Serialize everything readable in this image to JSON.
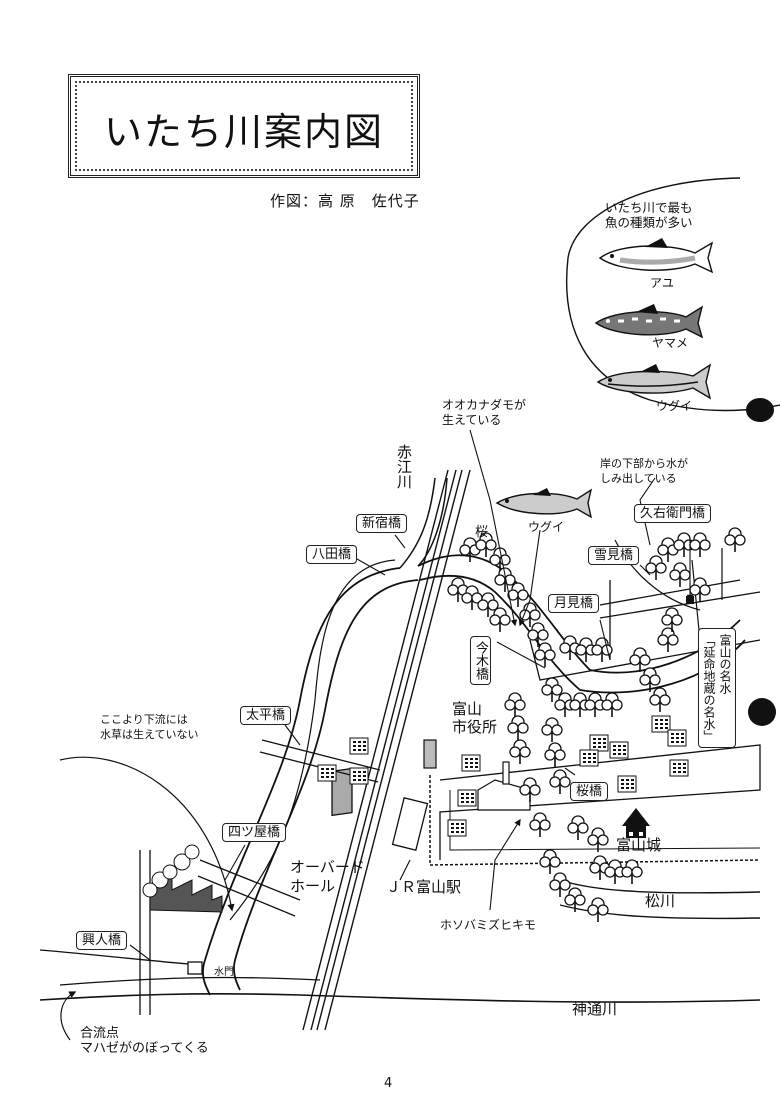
{
  "title": "いたち川案内図",
  "author": "作図：高 原　佐代子",
  "page_number": "4",
  "fish_panel": {
    "heading": "いたち川で最も\n魚の種類が多い",
    "fish": [
      "アユ",
      "ヤマメ",
      "ウグイ"
    ]
  },
  "annotations": {
    "ookanadamo": "オオカナダモが\n生えている",
    "kishi": "岸の下部から水が\nしみ出している",
    "suisou": "ここより下流には\n水草は生えていない",
    "gouryu": "合流点\nマハゼがのぼってくる",
    "hosoba": "ホソバミズヒキモ",
    "ugui_mid": "ウグイ",
    "sakura": "桜"
  },
  "bridges": {
    "shinjuku": "新宿橋",
    "hatta": "八田橋",
    "taihei": "太平橋",
    "yotsuya": "四ツ屋橋",
    "okindo": "興人橋",
    "imaki": "今木橋",
    "tsukimi": "月見橋",
    "yukimi": "雪見橋",
    "kyuemon": "久右衛門橋",
    "sakurabashi": "桜橋"
  },
  "places": {
    "akae": "赤江川",
    "shiyakusho": "富山\n市役所",
    "aubade": "オーバード\nホール",
    "station": "ＪＲ富山駅",
    "castle": "富山城",
    "matsukawa": "松川",
    "jinzu": "神通川",
    "suimon": "水門",
    "meisui": "富山の名水\n「延命地蔵の名水」"
  }
}
